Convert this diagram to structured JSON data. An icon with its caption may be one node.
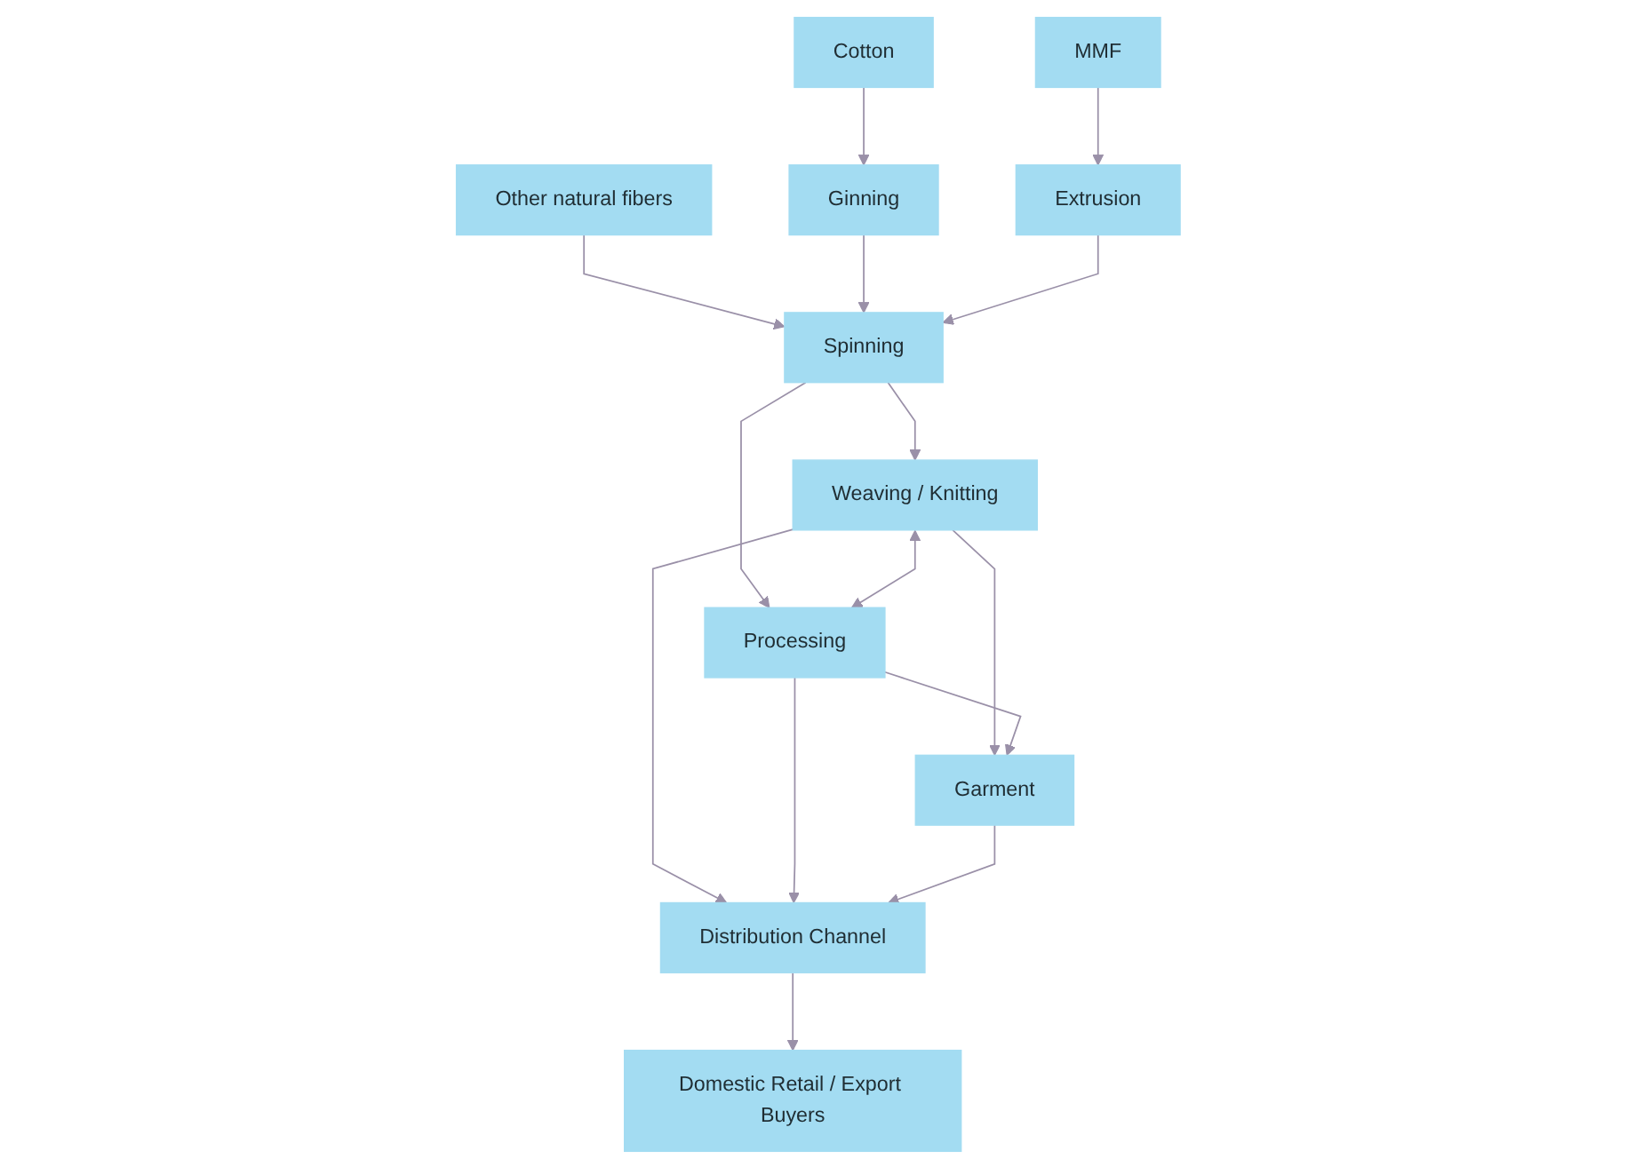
{
  "diagram": {
    "nodes": [
      {
        "text": [
          "Cotton"
        ]
      },
      {
        "text": [
          "Other natural fibers"
        ]
      },
      {
        "text": [
          "MMF"
        ]
      },
      {
        "text": [
          "Ginning"
        ]
      },
      {
        "text": [
          "Spinning"
        ]
      },
      {
        "text": [
          "Extrusion"
        ]
      },
      {
        "text": [
          "Weaving / Knitting"
        ]
      },
      {
        "text": [
          "Processing"
        ]
      },
      {
        "text": [
          "Garment"
        ]
      },
      {
        "text": [
          "Distribution Channel"
        ]
      },
      {
        "text": [
          "Domestic Retail / Export Buyers"
        ]
      }
    ],
    "edges": [
      {
        "from": 0,
        "to": 3,
        "arrow": "to"
      },
      {
        "from": 1,
        "to": 4,
        "arrow": "to"
      },
      {
        "from": 2,
        "to": 5,
        "arrow": "to"
      },
      {
        "from": 3,
        "to": 4,
        "arrow": "to"
      },
      {
        "from": 5,
        "to": 4,
        "arrow": "to"
      },
      {
        "from": 4,
        "to": 6,
        "arrow": "to"
      },
      {
        "from": 4,
        "to": 7,
        "arrow": "to"
      },
      {
        "from": 6,
        "to": 7,
        "arrow": "both"
      },
      {
        "from": 6,
        "to": 8,
        "arrow": "to"
      },
      {
        "from": 7,
        "to": 8,
        "arrow": "to"
      },
      {
        "from": 6,
        "to": 9,
        "arrow": "to"
      },
      {
        "from": 7,
        "to": 9,
        "arrow": "to"
      },
      {
        "from": 8,
        "to": 9,
        "arrow": "to"
      },
      {
        "from": 9,
        "to": 10,
        "arrow": "to"
      }
    ]
  }
}
